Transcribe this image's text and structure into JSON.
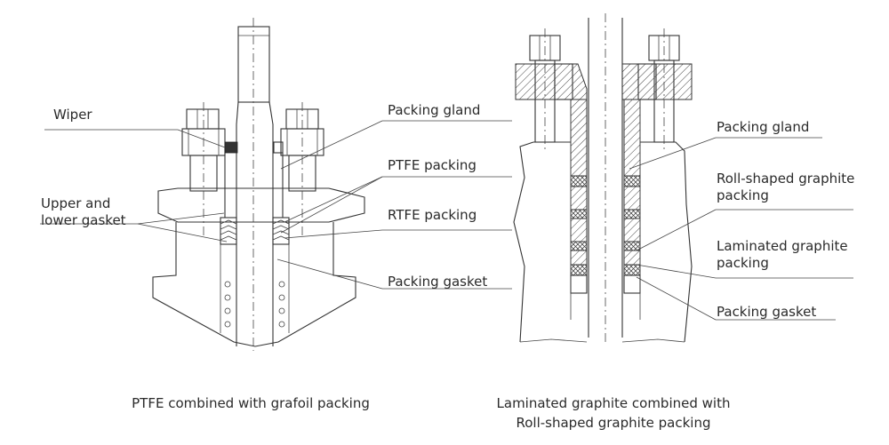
{
  "left": {
    "caption": "PTFE combined with grafoil packing",
    "labels": {
      "wiper": "Wiper",
      "upper_lower_gasket": "Upper and lower gasket",
      "packing_gland": "Packing gland",
      "ptfe_packing": "PTFE packing",
      "rtfe_packing": "RTFE packing",
      "packing_gasket": "Packing gasket"
    }
  },
  "right": {
    "caption_line1": "Laminated graphite combined with",
    "caption_line2": "Roll-shaped graphite packing",
    "labels": {
      "packing_gland": "Packing gland",
      "roll_shaped": "Roll-shaped graphite packing",
      "laminated": "Laminated graphite packing",
      "packing_gasket": "Packing gasket"
    }
  }
}
